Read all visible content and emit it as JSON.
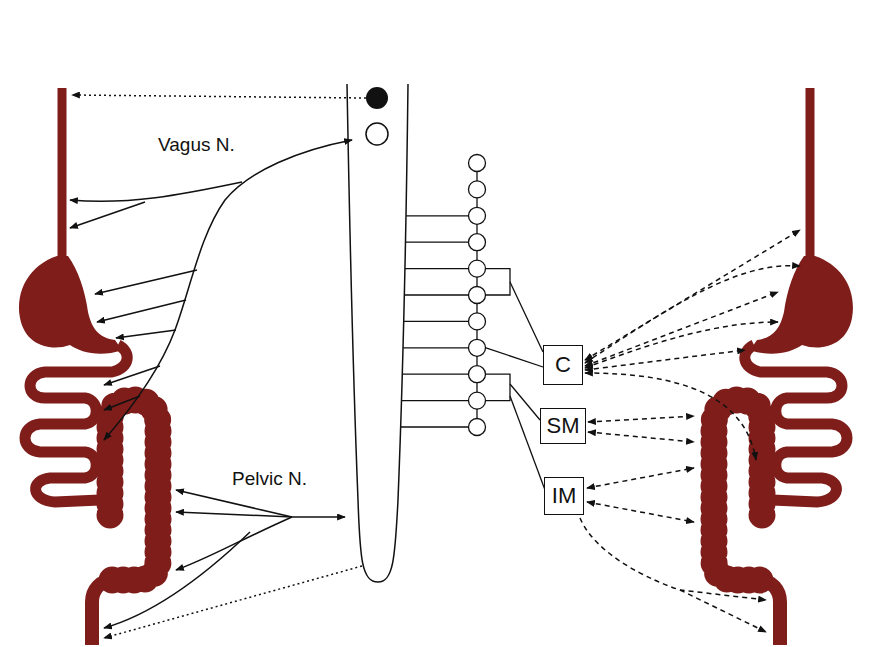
{
  "diagram": {
    "nodes": [
      {
        "text": [
          "C"
        ]
      },
      {
        "text": [
          "SM"
        ]
      },
      {
        "text": [
          "IM"
        ]
      }
    ],
    "labels": [
      "Vagus N.",
      "Pelvic N."
    ]
  }
}
